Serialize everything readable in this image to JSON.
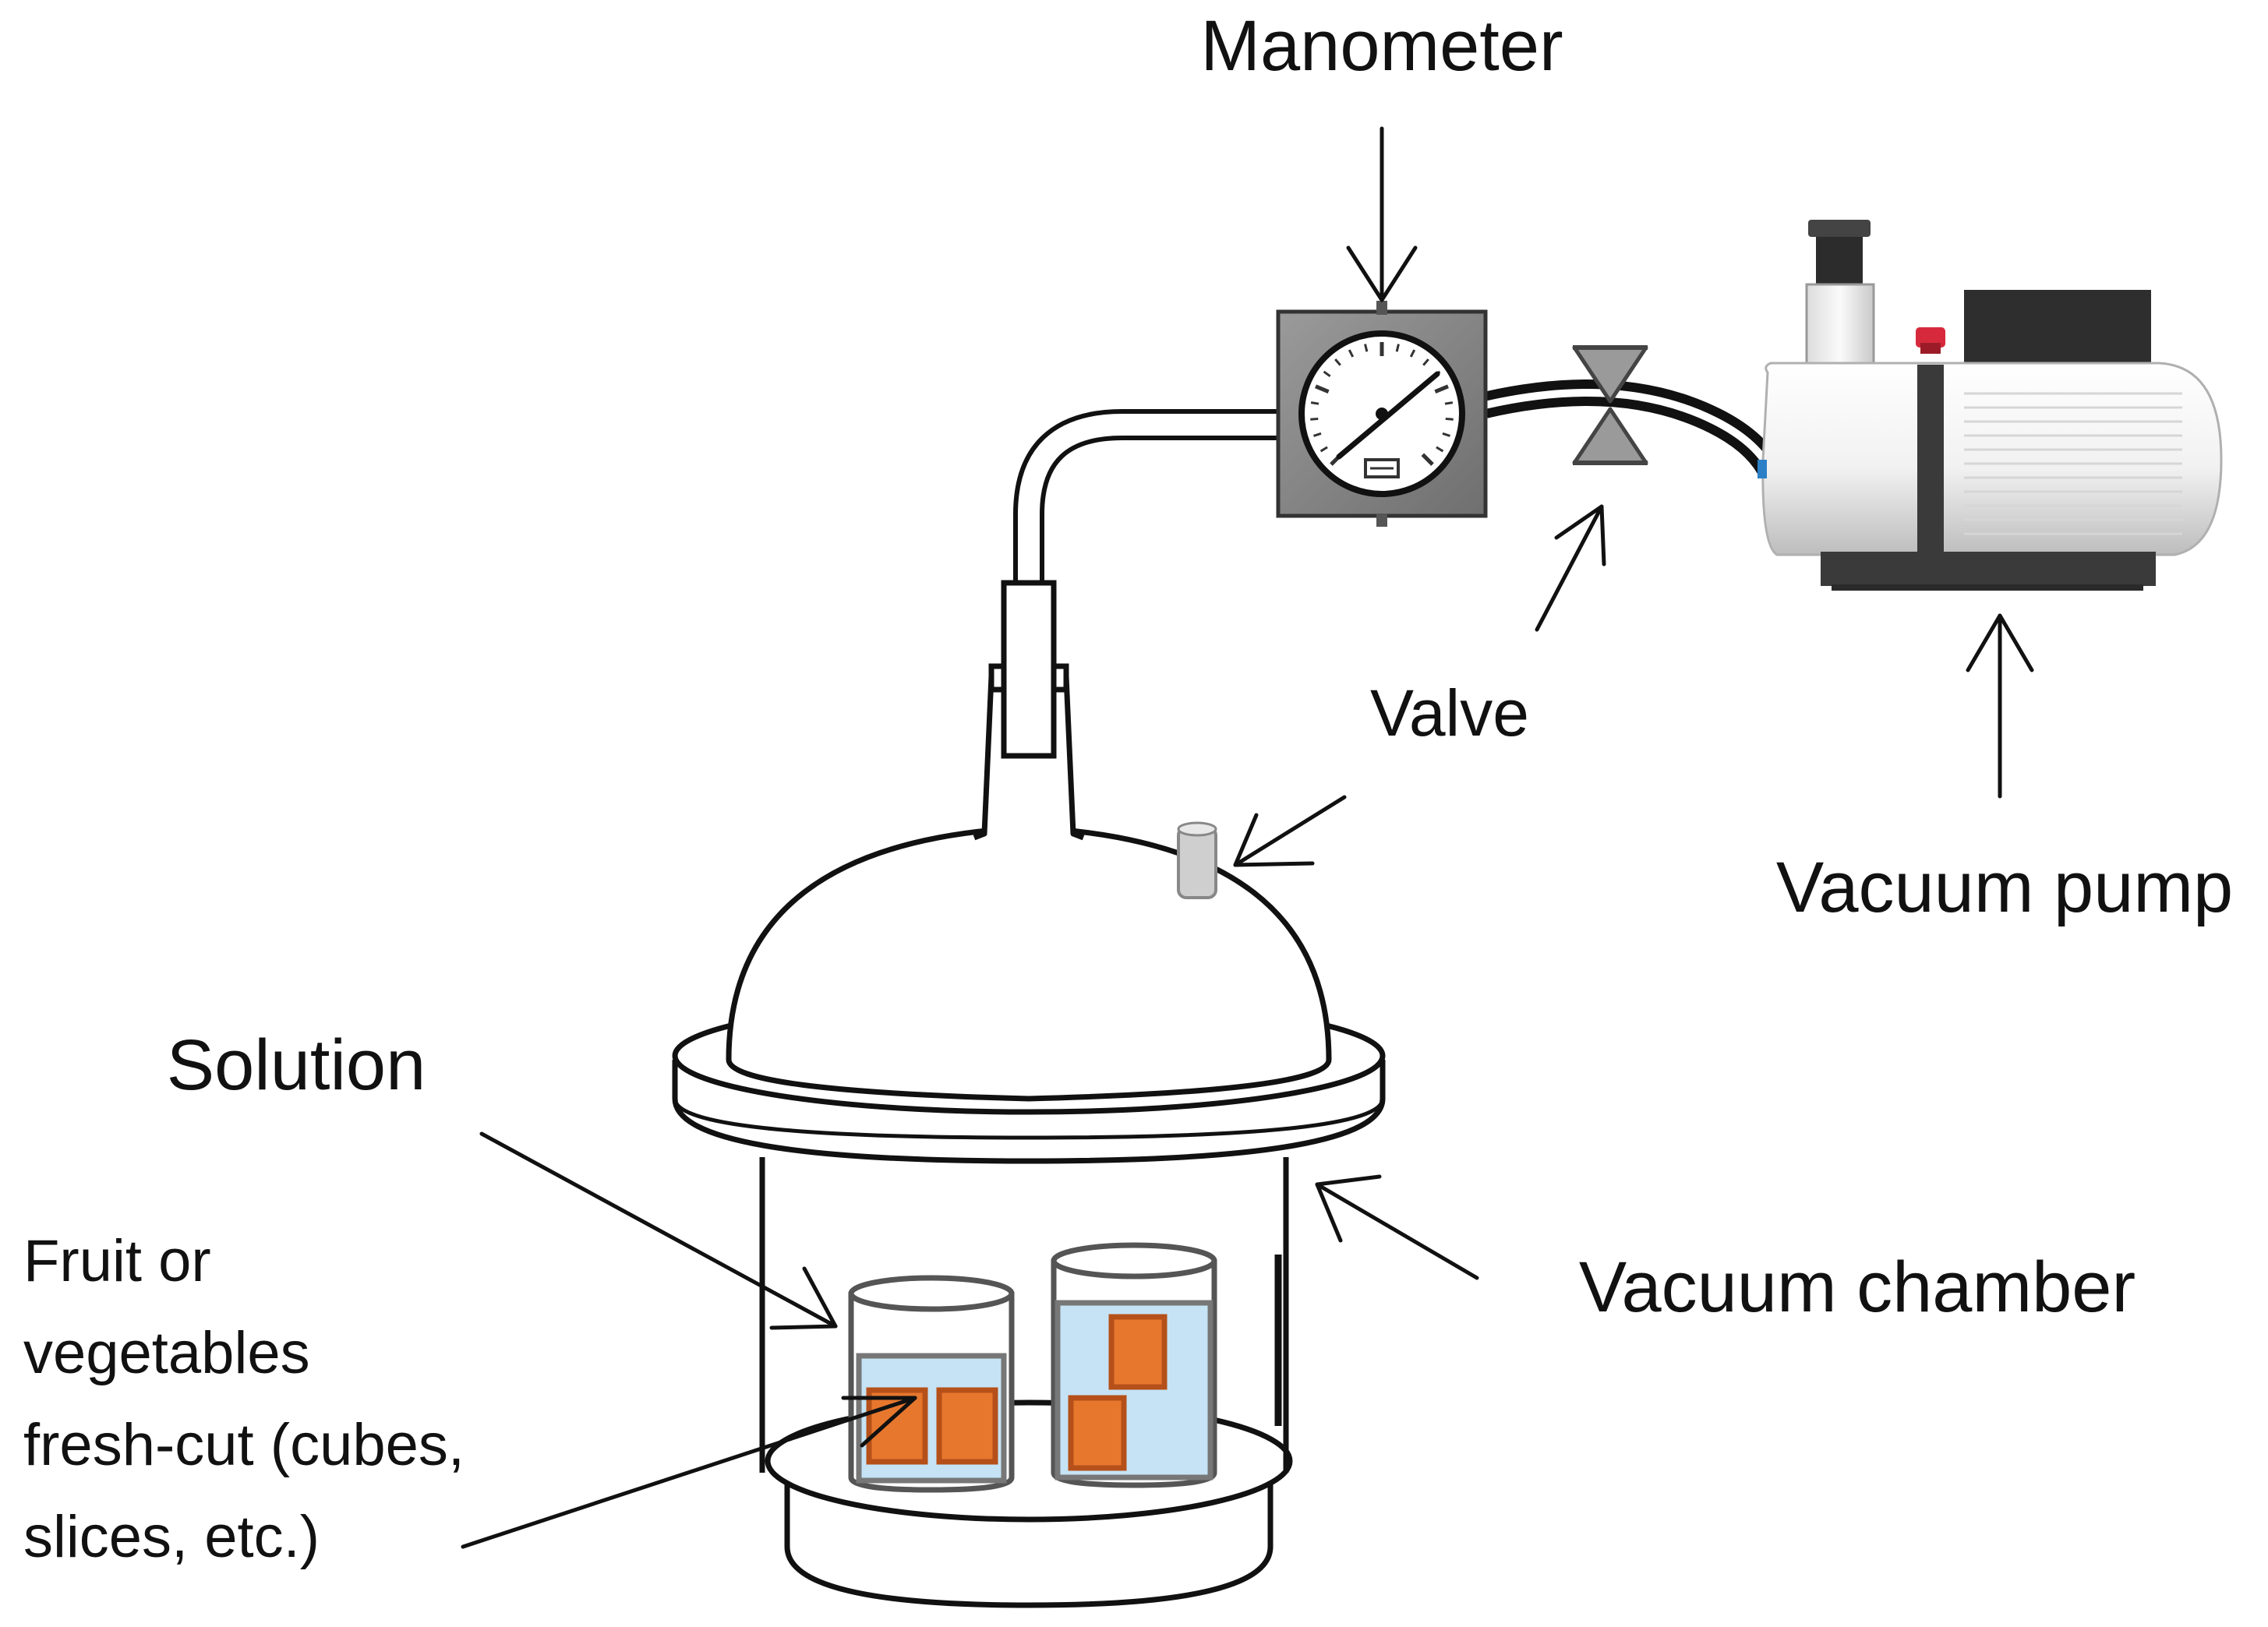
{
  "labels": {
    "manometer": "Manometer",
    "valve": "Valve",
    "vacuum_pump": "Vacuum pump",
    "solution": "Solution",
    "fruit_line1": "Fruit or",
    "fruit_line2": "vegetables",
    "fruit_line3": "fresh-cut (cubes,",
    "fruit_line4": "slices, etc.)",
    "vacuum_chamber": "Vacuum chamber"
  },
  "colors": {
    "solution_fill": "#c6e3f5",
    "sample_fill": "#e8772e",
    "sample_border": "#b5501a",
    "metal_gray": "#8c8c8c",
    "pump_body": "#f4f4f4",
    "pump_dark": "#3a3a3a",
    "pump_cap": "#d62a3c"
  },
  "icons": [
    "manometer-gauge-icon",
    "valve-icon",
    "vacuum-pump-icon",
    "bell-jar-icon",
    "beaker-icon",
    "release-valve-icon"
  ]
}
